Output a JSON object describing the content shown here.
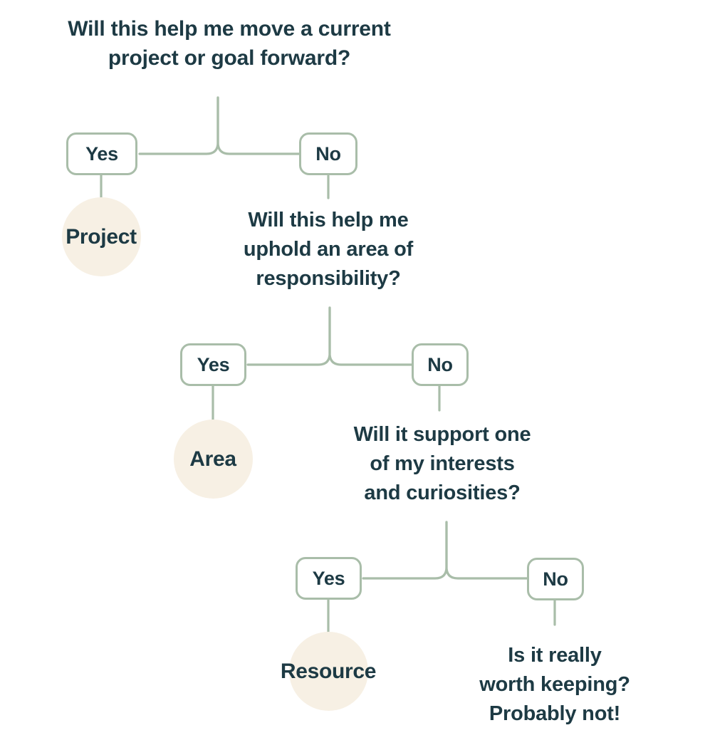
{
  "colors": {
    "text": "#1d3a44",
    "connector": "#a9bda9",
    "box_border": "#a9bda9",
    "box_fill": "#ffffff",
    "circle_fill": "#f7f0e4",
    "background": "#ffffff"
  },
  "questions": {
    "root": "Will this help me move a current\nproject or goal forward?",
    "level2": "Will this help me\nuphold an area of\nresponsibility?",
    "level3": "Will it support one\nof my interests\nand curiosities?",
    "final": "Is it really\nworth keeping?\nProbably not!"
  },
  "choices": {
    "yes": "Yes",
    "no": "No"
  },
  "outcomes": {
    "project": "Project",
    "area": "Area",
    "resource": "Resource"
  },
  "flow": [
    {
      "question": "Will this help me move a current project or goal forward?",
      "yes_result": "Project",
      "no_next": "Will this help me uphold an area of responsibility?"
    },
    {
      "question": "Will this help me uphold an area of responsibility?",
      "yes_result": "Area",
      "no_next": "Will it support one of my interests and curiosities?"
    },
    {
      "question": "Will it support one of my interests and curiosities?",
      "yes_result": "Resource",
      "no_next": "Is it really worth keeping? Probably not!"
    }
  ]
}
